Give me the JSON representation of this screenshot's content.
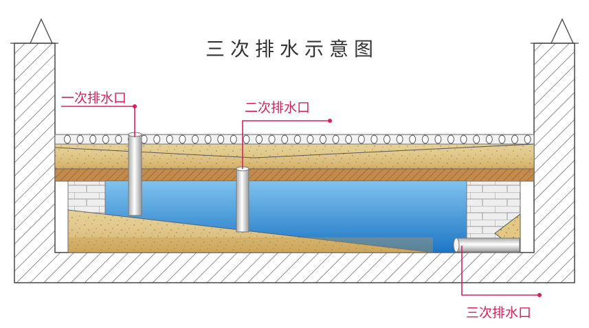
{
  "title": "三次排水示意图",
  "callouts": {
    "primary": "一次排水口",
    "secondary": "二次排水口",
    "tertiary": "三次排水口"
  },
  "colors": {
    "callout": "#d6205a",
    "water_top": "#7fc2ee",
    "water_bottom": "#1d76c5",
    "sand": "#e2c882",
    "sand_dark": "#c99a4a",
    "brick": "#ececec",
    "pipe": "#e6e6e6",
    "wall_hatch": "#555555"
  },
  "icons": [
    "elevation-marker-icon",
    "elevation-marker-icon"
  ]
}
